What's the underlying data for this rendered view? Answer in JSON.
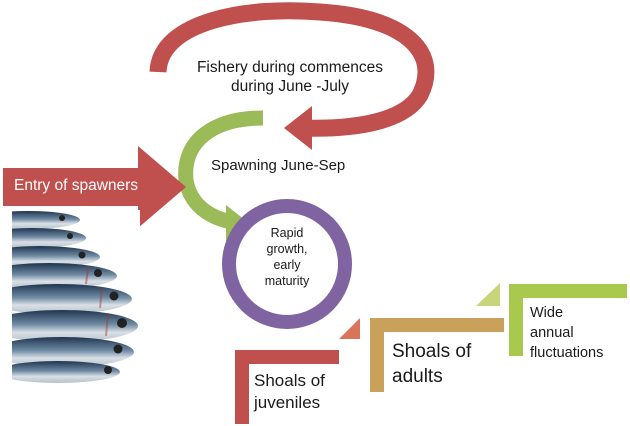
{
  "cycle": {
    "fishery_line1": "Fishery during commences",
    "fishery_line2": "during June -July",
    "spawning": "Spawning June-Sep",
    "growth_line1": "Rapid",
    "growth_line2": "growth,",
    "growth_line3": "early",
    "growth_line4": "maturity"
  },
  "entry_arrow": {
    "label": "Entry of spawners"
  },
  "steps": {
    "juveniles_line1": "Shoals of",
    "juveniles_line2": "juveniles",
    "adults_line1": "Shoals of",
    "adults_line2": "adults",
    "fluct_line1": "Wide",
    "fluct_line2": "annual",
    "fluct_line3": "fluctuations"
  },
  "image": {
    "icon": "sardine-fish-photo"
  },
  "colors": {
    "red": "#c0504d",
    "green": "#9bbb59",
    "purple": "#8064a2",
    "tan": "#c9a15b",
    "lightgreen": "#a8c94e",
    "salmon": "#d9735a"
  }
}
